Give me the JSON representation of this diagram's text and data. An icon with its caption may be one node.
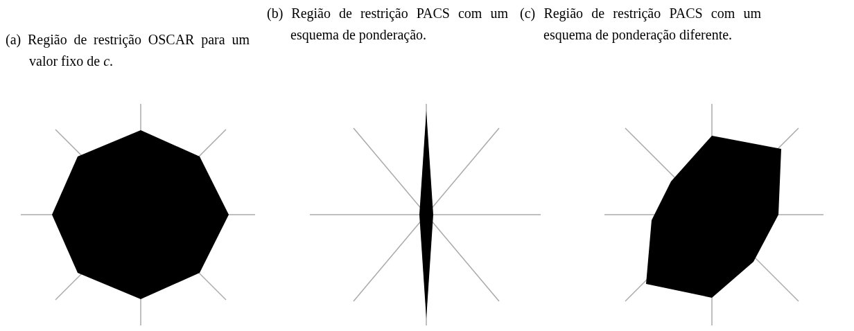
{
  "diagram": {
    "labels": [
      "(a) Região de restrição OSCAR para um valor fixo de *c*.",
      "(b) Região de restrição PACS com um esquema de ponderação.",
      "(c) Região de restrição PACS com um esquema de ponderação diferente."
    ]
  }
}
